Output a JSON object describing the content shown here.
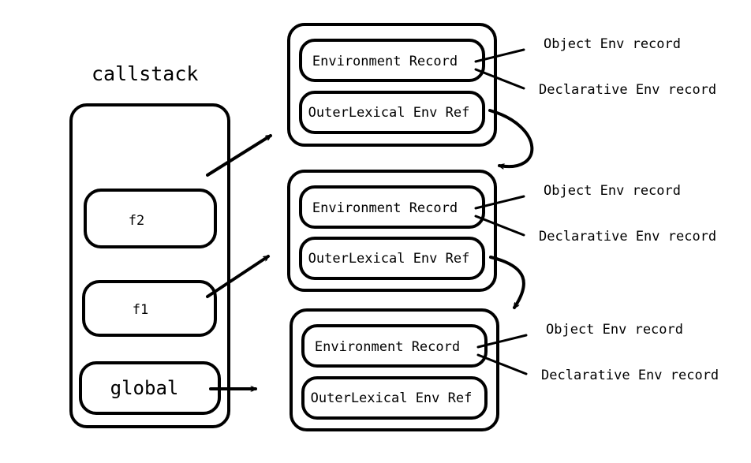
{
  "callstack": {
    "title": "callstack",
    "frames": [
      "f2",
      "f1",
      "global"
    ]
  },
  "environments": [
    {
      "record_label": "Environment Record",
      "outer_label": "OuterLexical Env Ref",
      "record_types": [
        "Object Env record",
        "Declarative Env record"
      ]
    },
    {
      "record_label": "Environment Record",
      "outer_label": "OuterLexical Env Ref",
      "record_types": [
        "Object Env record",
        "Declarative Env record"
      ]
    },
    {
      "record_label": "Environment Record",
      "outer_label": "OuterLexical Env Ref",
      "record_types": [
        "Object Env record",
        "Declarative Env record"
      ]
    }
  ]
}
